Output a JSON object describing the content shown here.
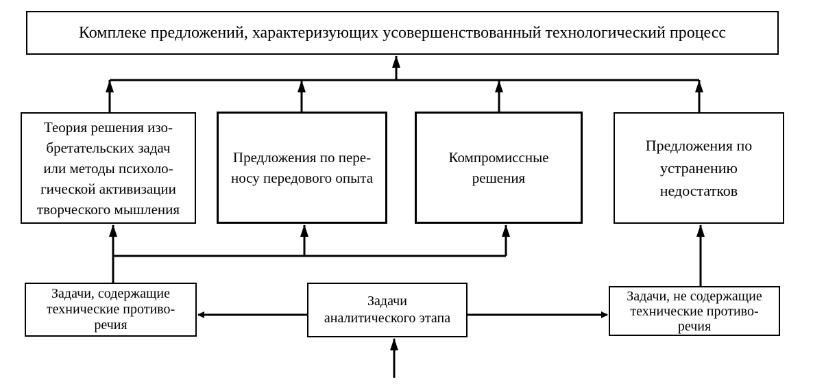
{
  "nodes": {
    "top": "Комплеке предложений, характеризующих усовершенствованный технологический процесс",
    "triz": "Теория решения изо-\nбретательских задач\nили методы психоло-\nгической активизации\nтворческого мышления",
    "transfer": "Предложения по пере-\nносу передового опыта",
    "compromise": "Компромиссные\nрешения",
    "elimination": "Предложения по\nустранению\nнедостатков",
    "tasks_contradiction": "Задачи, содержащие\nтехнические противо-\nречия",
    "tasks_analytic": "Задачи\nаналитического этапа",
    "tasks_no_contradiction": "Задачи, не содержащие\nтехнические противо-\nречия"
  },
  "edges": [
    {
      "from": "triz",
      "to": "top"
    },
    {
      "from": "transfer",
      "to": "top"
    },
    {
      "from": "compromise",
      "to": "top"
    },
    {
      "from": "elimination",
      "to": "top"
    },
    {
      "from": "tasks_contradiction",
      "to": "triz"
    },
    {
      "from": "tasks_contradiction",
      "to": "transfer"
    },
    {
      "from": "tasks_contradiction",
      "to": "compromise"
    },
    {
      "from": "tasks_analytic",
      "to": "tasks_contradiction"
    },
    {
      "from": "tasks_analytic",
      "to": "tasks_no_contradiction"
    },
    {
      "from": "tasks_no_contradiction",
      "to": "elimination"
    },
    {
      "from": "input",
      "to": "tasks_analytic"
    }
  ],
  "colors": {
    "line": "#000000",
    "background": "#ffffff"
  }
}
